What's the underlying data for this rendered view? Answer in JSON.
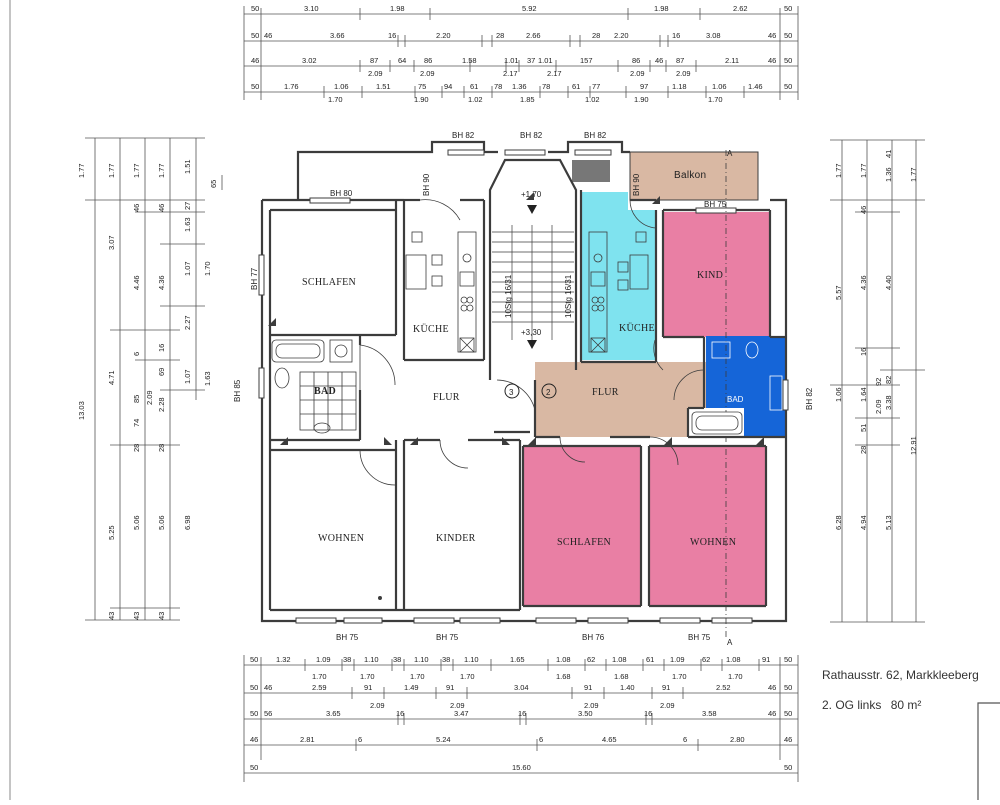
{
  "project": {
    "address": "Rathausstr. 62, Markkleeberg",
    "unit_label": "2. OG links",
    "area": "80 m²"
  },
  "colors": {
    "pink": "#e97fa4",
    "cyan": "#7fe3ef",
    "blue": "#1565d8",
    "tan": "#d9b8a3",
    "wall": "#3c3c3c",
    "dim": "#555555"
  },
  "rooms": {
    "schlafen_left": "SCHLAFEN",
    "kueche_left": "KÜCHE",
    "bad_left": "BAD",
    "flur_left": "FLUR",
    "wohnen_left": "WOHNEN",
    "kinder": "KINDER",
    "kind": "KIND",
    "kueche_right": "KÜCHE",
    "flur_right": "FLUR",
    "bad_right": "BAD",
    "schlafen_right": "SCHLAFEN",
    "wohnen_right": "WOHNEN",
    "balkon": "Balkon"
  },
  "labels": {
    "stair_up": "+1,70",
    "stair_down": "+3,30",
    "stair_left": "10Stg 16/31",
    "stair_right": "10Stg 16/31",
    "circle_3": "3",
    "circle_2": "2",
    "section_top": "A",
    "section_bottom": "A",
    "bh82_a": "BH 82",
    "bh82_b": "BH 82",
    "bh82_c": "BH 82",
    "bh80": "BH 80",
    "bh90_l": "BH 90",
    "bh90_r": "BH 90",
    "bh77": "BH 77",
    "bh85": "BH 85",
    "bh82_right": "BH 82",
    "bh75_top": "BH 75",
    "bh75_1": "BH 75",
    "bh75_2": "BH 75",
    "bh76": "BH 76",
    "bh75_3": "BH 75"
  },
  "dims": {
    "top_row1": [
      "50",
      "3.10",
      "1.98",
      "5.92",
      "1.98",
      "2.62",
      "50"
    ],
    "top_row2": [
      "50",
      "46",
      "3.66",
      "16",
      "2.20",
      "28",
      "2.66",
      "28",
      "2.20",
      "16",
      "3.08",
      "46",
      "50"
    ],
    "top_row3": [
      "46",
      "3.02",
      "87",
      "64",
      "86",
      "1.58",
      "1.01",
      "37",
      "1.01",
      "157",
      "86",
      "46",
      "87",
      "2.11",
      "46",
      "50"
    ],
    "top_row3b": [
      "2.09",
      "2.09",
      "2.17",
      "2.17",
      "2.09",
      "2.09"
    ],
    "top_row4": [
      "50",
      "1.76",
      "1.06",
      "1.51",
      "75",
      "94",
      "61",
      "78",
      "1.36",
      "78",
      "61",
      "77",
      "97",
      "1.18",
      "1.06",
      "1.46",
      "50"
    ],
    "top_row4b": [
      "1.70",
      "1.90",
      "1.02",
      "1.85",
      "1.02",
      "1.90",
      "1.70"
    ],
    "bot_row1": [
      "50",
      "1.32",
      "1.09",
      "38",
      "1.10",
      "38",
      "1.10",
      "38",
      "1.10",
      "1.65",
      "1.08",
      "62",
      "1.08",
      "61",
      "1.09",
      "62",
      "1.08",
      "91",
      "50"
    ],
    "bot_row1b": [
      "1.70",
      "1.70",
      "1.70",
      "1.70",
      "1.68",
      "1.68",
      "1.70",
      "1.70"
    ],
    "bot_row2": [
      "50",
      "46",
      "2.59",
      "91",
      "1.49",
      "91",
      "3.04",
      "91",
      "1.40",
      "91",
      "2.52",
      "46",
      "50"
    ],
    "bot_row2b": [
      "2.09",
      "2.09",
      "2.09",
      "2.09"
    ],
    "bot_row3": [
      "50",
      "56",
      "3.65",
      "16",
      "3.47",
      "16",
      "3.50",
      "16",
      "3.58",
      "46",
      "50"
    ],
    "bot_row4": [
      "46",
      "2.81",
      "6",
      "5.24",
      "6",
      "4.65",
      "6",
      "2.80",
      "46"
    ],
    "bot_row5": [
      "50",
      "15.60",
      "50"
    ],
    "left_col1": [
      "1.77",
      "13.03"
    ],
    "left_col2": [
      "1.77",
      "3.07",
      "4.71",
      "5.25",
      "43"
    ],
    "left_col3": [
      "1.77",
      "46",
      "4.46",
      "6",
      "85",
      "74",
      "28",
      "5.06",
      "43"
    ],
    "left_col4": [
      "1.77",
      "46",
      "4.36",
      "16",
      "69",
      "2.09",
      "2.28",
      "28",
      "5.06",
      "6.98",
      "43"
    ],
    "left_col5": [
      "1.51",
      "27",
      "1.63",
      "1.07",
      "2.27",
      "1.07",
      "1.63",
      "1.70"
    ],
    "left_col6": [
      "65"
    ],
    "right_col1": [
      "1.77",
      "5.57",
      "1.06",
      "6.28",
      "12.91"
    ],
    "right_col2": [
      "1.77",
      "46",
      "4.36",
      "16",
      "1.64",
      "51",
      "28",
      "4.94"
    ],
    "right_col3": [
      "1.36",
      "4.40",
      "92",
      "2.09",
      "82",
      "3.38",
      "5.13",
      "41",
      "1.77"
    ]
  }
}
